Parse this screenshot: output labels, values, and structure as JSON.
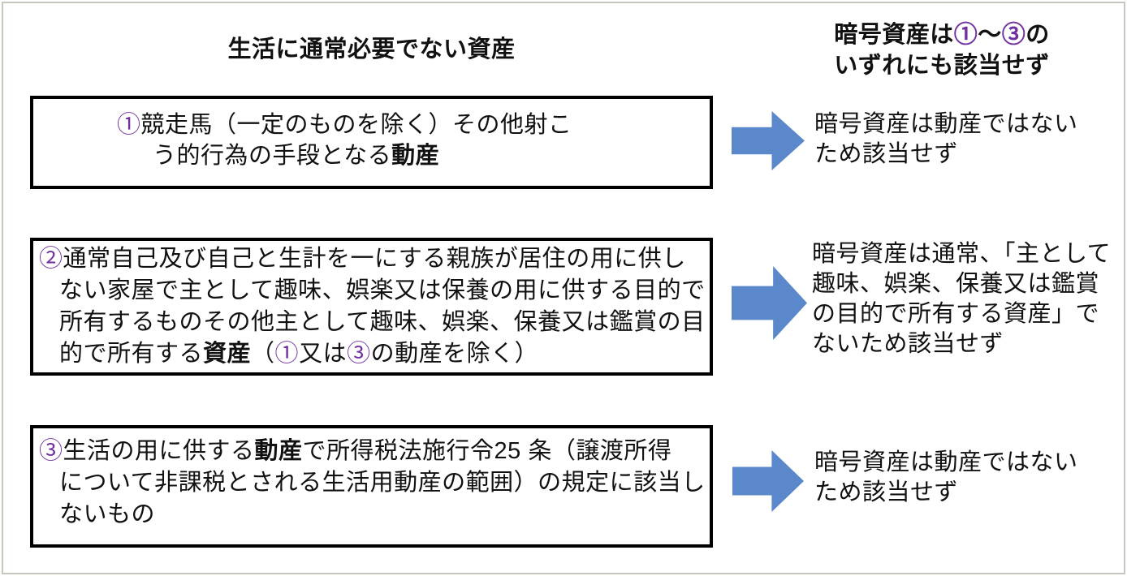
{
  "colors": {
    "accent_purple": "#7030A0",
    "arrow_blue": "#5B87CB",
    "box_border": "#000000",
    "page_border": "#C9C6BD"
  },
  "header": {
    "left_title_lines": [
      [
        {
          "t": "生活に通常必要でない資産"
        }
      ]
    ],
    "right_title_lines": [
      [
        {
          "t": "暗号資産は"
        },
        {
          "t": "①",
          "purple": true
        },
        {
          "t": "～"
        },
        {
          "t": "③",
          "purple": true
        },
        {
          "t": "の"
        }
      ],
      [
        {
          "t": "いずれにも該当せず"
        }
      ]
    ]
  },
  "rows": [
    {
      "box_lines": [
        [
          {
            "t": "①",
            "purple": true
          },
          {
            "t": "競走馬（一定のものを除く）その他射こ"
          }
        ],
        [
          {
            "t": "う的行為の手段となる"
          },
          {
            "t": "動産",
            "bold": true
          }
        ]
      ],
      "arrow_icon": "right-block-arrow",
      "result_lines": [
        [
          {
            "t": "暗号資産は動産ではない"
          }
        ],
        [
          {
            "t": "ため該当せず"
          }
        ]
      ]
    },
    {
      "box_lines": [
        [
          {
            "t": "②",
            "purple": true
          },
          {
            "t": "通常自己及び自己と生計を一にする親族が居住の用に供し"
          }
        ],
        [
          {
            "t": "ない家屋で主として趣味、娯楽又は保養の用に供する目的で"
          }
        ],
        [
          {
            "t": "所有するものその他主として趣味、娯楽、保養又は鑑賞の目"
          }
        ],
        [
          {
            "t": "的で所有する"
          },
          {
            "t": "資産",
            "bold": true
          },
          {
            "t": "（"
          },
          {
            "t": "①",
            "purple": true
          },
          {
            "t": "又は"
          },
          {
            "t": "③",
            "purple": true
          },
          {
            "t": "の動産を除く）"
          }
        ]
      ],
      "arrow_icon": "right-block-arrow",
      "result_lines": [
        [
          {
            "t": "暗号資産は通常、「主として"
          }
        ],
        [
          {
            "t": "趣味、娯楽、保養又は鑑賞"
          }
        ],
        [
          {
            "t": "の目的で所有する資産」で"
          }
        ],
        [
          {
            "t": "ないため該当せず"
          }
        ]
      ]
    },
    {
      "box_lines": [
        [
          {
            "t": "③",
            "purple": true
          },
          {
            "t": "生活の用に供する"
          },
          {
            "t": "動産",
            "bold": true
          },
          {
            "t": "で所得税法施行令25 条（譲渡所得"
          }
        ],
        [
          {
            "t": "について非課税とされる生活用動産の範囲）の規定に該当し"
          }
        ],
        [
          {
            "t": "ないもの"
          }
        ]
      ],
      "arrow_icon": "right-block-arrow",
      "result_lines": [
        [
          {
            "t": "暗号資産は動産ではない"
          }
        ],
        [
          {
            "t": "ため該当せず"
          }
        ]
      ]
    }
  ]
}
